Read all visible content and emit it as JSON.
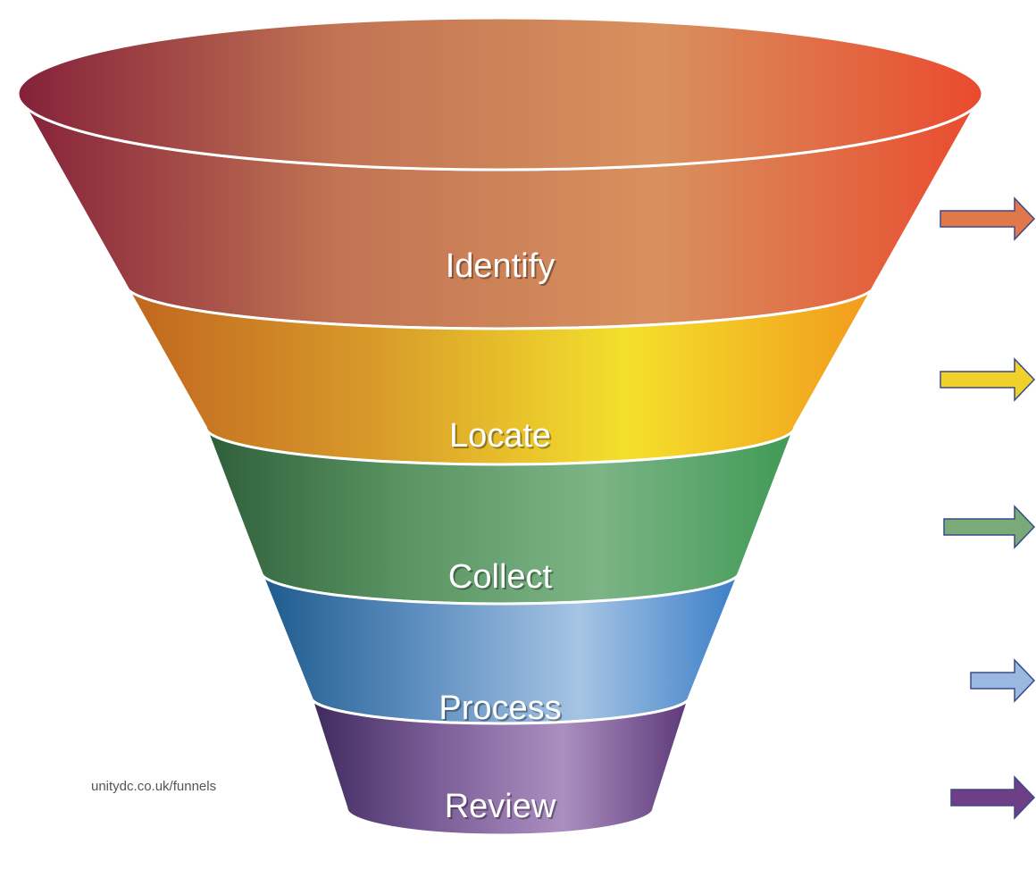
{
  "stages": [
    {
      "label": "Identify",
      "colors": [
        "#84213a",
        "#c27453",
        "#d8915e",
        "#ea4a2e"
      ],
      "arrow_color": "#e0784a"
    },
    {
      "label": "Locate",
      "colors": [
        "#c0661f",
        "#d89a2a",
        "#f4e02c",
        "#f29a1c"
      ],
      "arrow_color": "#f0d02a"
    },
    {
      "label": "Collect",
      "colors": [
        "#2e5e3a",
        "#5a9462",
        "#7cb486",
        "#3f9a55"
      ],
      "arrow_color": "#79aa78"
    },
    {
      "label": "Process",
      "colors": [
        "#1d5a8c",
        "#5e8fc0",
        "#a6c4e4",
        "#3a7ec6"
      ],
      "arrow_color": "#9ab8e0"
    },
    {
      "label": "Review",
      "colors": [
        "#3e2a5e",
        "#7c5e98",
        "#ab8fc0",
        "#5c3878"
      ],
      "arrow_color": "#6e3f86"
    }
  ],
  "arrow_outline": "#3a4a8a",
  "source": "unitydc.co.uk/funnels"
}
